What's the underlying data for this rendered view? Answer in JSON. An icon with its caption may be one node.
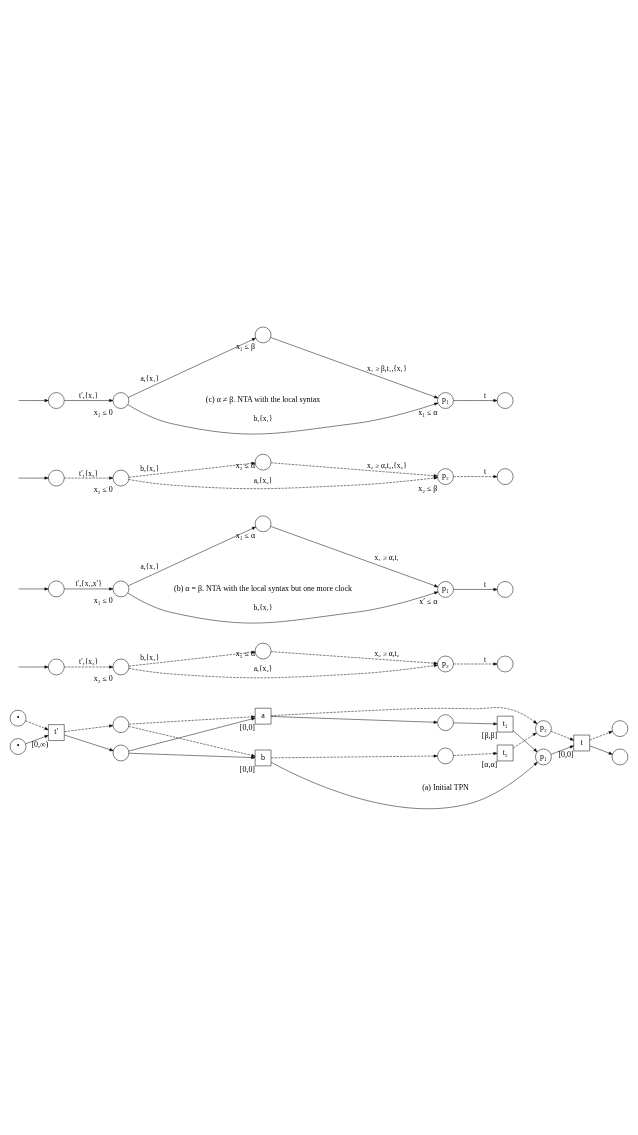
{
  "diagram": {
    "nodes": [
      {
        "text": [
          "•"
        ]
      },
      {
        "text": [
          "•"
        ]
      },
      {
        "text": [
          "t′"
        ],
        "beside": [
          "[0,∞)"
        ]
      },
      {
        "text": [],
        "shape": "circle"
      },
      {
        "text": [],
        "shape": "circle"
      },
      {
        "text": [
          "b"
        ],
        "beside": [
          "[0,0]"
        ]
      },
      {
        "text": [
          "a"
        ],
        "beside": [
          "[0,0]"
        ]
      },
      {
        "text": [],
        "shape": "circle"
      },
      {
        "text": [],
        "shape": "circle"
      },
      {
        "text": [
          "t₂"
        ],
        "beside": [
          "[α,α]"
        ]
      },
      {
        "text": [
          "t₁"
        ],
        "beside": [
          "[β,β]"
        ]
      },
      {
        "text": [
          "p₂"
        ]
      },
      {
        "text": [
          "p₁"
        ]
      },
      {
        "text": [
          "t"
        ],
        "beside": [
          "[0,0]"
        ]
      },
      {
        "text": [],
        "shape": "circle"
      },
      {
        "text": [],
        "shape": "circle"
      },
      {
        "text": [],
        "shape": "circle"
      },
      {
        "text": [],
        "shape": "circle",
        "beside": [
          "x₂ ≤ 0"
        ]
      },
      {
        "text": [],
        "shape": "circle",
        "beside": [
          "x₂ ≤ α"
        ]
      },
      {
        "text": [
          "p₂"
        ]
      },
      {
        "text": [],
        "shape": "circle"
      },
      {
        "text": [],
        "shape": "circle"
      },
      {
        "text": [],
        "shape": "circle",
        "beside": [
          "x₁ ≤ 0"
        ]
      },
      {
        "text": [],
        "shape": "circle",
        "beside": [
          "x₁ ≤ α"
        ]
      },
      {
        "text": [
          "p₁"
        ],
        "beside": [
          "x′ ≤ α"
        ]
      },
      {
        "text": [],
        "shape": "circle"
      },
      {
        "text": [],
        "shape": "circle"
      },
      {
        "text": [],
        "shape": "circle",
        "beside": [
          "x₂ ≤ 0"
        ]
      },
      {
        "text": [],
        "shape": "circle",
        "beside": [
          "x₂ ≤ α"
        ]
      },
      {
        "text": [
          "p₂"
        ],
        "beside": [
          "x₂ ≤ β"
        ]
      },
      {
        "text": [],
        "shape": "circle"
      },
      {
        "text": [],
        "shape": "circle"
      },
      {
        "text": [],
        "shape": "circle",
        "beside": [
          "x₁ ≤ 0"
        ]
      },
      {
        "text": [],
        "shape": "circle",
        "beside": [
          "x₁ ≤ β"
        ]
      },
      {
        "text": [
          "p₁"
        ],
        "beside": [
          "x₁ ≤ α"
        ]
      },
      {
        "text": [],
        "shape": "circle"
      }
    ],
    "edges": [
      {
        "from": 0,
        "to": 2,
        "arrow": "to",
        "style": "dashed"
      },
      {
        "from": 1,
        "to": 2,
        "arrow": "to"
      },
      {
        "from": 2,
        "to": 3,
        "arrow": "to",
        "style": "dashed"
      },
      {
        "from": 2,
        "to": 4,
        "arrow": "to"
      },
      {
        "from": 3,
        "to": 5,
        "arrow": "to",
        "style": "dashed"
      },
      {
        "from": 3,
        "to": 6,
        "arrow": "to",
        "style": "dashed"
      },
      {
        "from": 4,
        "to": 5,
        "arrow": "to"
      },
      {
        "from": 4,
        "to": 6,
        "arrow": "to"
      },
      {
        "from": 5,
        "to": 7,
        "arrow": "to",
        "style": "dashed"
      },
      {
        "from": 5,
        "to": 12,
        "arrow": "to"
      },
      {
        "from": 6,
        "to": 8,
        "arrow": "to"
      },
      {
        "from": 6,
        "to": 11,
        "arrow": "to",
        "style": "dashed"
      },
      {
        "from": 7,
        "to": 9,
        "arrow": "to",
        "style": "dashed"
      },
      {
        "from": 8,
        "to": 10,
        "arrow": "to"
      },
      {
        "from": 9,
        "to": 11,
        "arrow": "to",
        "style": "dashed"
      },
      {
        "from": 10,
        "to": 12,
        "arrow": "to"
      },
      {
        "from": 11,
        "to": 13,
        "arrow": "to",
        "style": "dashed"
      },
      {
        "from": 12,
        "to": 13,
        "arrow": "to"
      },
      {
        "from": 13,
        "to": 14,
        "arrow": "to",
        "style": "dashed"
      },
      {
        "from": 13,
        "to": 15,
        "arrow": "to"
      },
      {
        "from": null,
        "to": 16,
        "arrow": "to"
      },
      {
        "from": 16,
        "to": 17,
        "arrow": "to",
        "style": "dashed",
        "label": "t′,{x₂}"
      },
      {
        "from": 17,
        "to": 18,
        "arrow": "to",
        "style": "dashed",
        "label": "b,{x₂}"
      },
      {
        "from": 18,
        "to": 19,
        "arrow": "to",
        "style": "dashed",
        "label": "x₂ ≥ α,t₂"
      },
      {
        "from": 17,
        "to": 19,
        "arrow": "to",
        "style": "dashed",
        "label": "a,{x₂}"
      },
      {
        "from": 19,
        "to": 20,
        "arrow": "to",
        "style": "dashed",
        "label": "t"
      },
      {
        "from": null,
        "to": 21,
        "arrow": "to"
      },
      {
        "from": 21,
        "to": 22,
        "arrow": "to",
        "label": "t′,{x₁,x′}"
      },
      {
        "from": 22,
        "to": 24,
        "arrow": "to",
        "label": "b,{x₁}"
      },
      {
        "from": 22,
        "to": 23,
        "arrow": "to",
        "label": "a,{x₁}"
      },
      {
        "from": 23,
        "to": 24,
        "arrow": "to",
        "label": "x₁ ≥ α,t₁"
      },
      {
        "from": 24,
        "to": 25,
        "arrow": "to",
        "label": "t"
      },
      {
        "from": null,
        "to": 26,
        "arrow": "to"
      },
      {
        "from": 26,
        "to": 27,
        "arrow": "to",
        "style": "dashed",
        "label": "t′,{x₂}"
      },
      {
        "from": 27,
        "to": 28,
        "arrow": "to",
        "style": "dashed",
        "label": "b,{x₂}"
      },
      {
        "from": 28,
        "to": 29,
        "arrow": "to",
        "style": "dashed",
        "label": "x₂ ≥ α,t₂,{x₂}"
      },
      {
        "from": 27,
        "to": 29,
        "arrow": "to",
        "style": "dashed",
        "label": "a,{x₂}"
      },
      {
        "from": 29,
        "to": 30,
        "arrow": "to",
        "style": "dashed",
        "label": "t"
      },
      {
        "from": null,
        "to": 31,
        "arrow": "to"
      },
      {
        "from": 31,
        "to": 32,
        "arrow": "to",
        "label": "t′,{x₁}"
      },
      {
        "from": 32,
        "to": 34,
        "arrow": "to",
        "label": "b,{x₁}"
      },
      {
        "from": 32,
        "to": 33,
        "arrow": "to",
        "label": "a,{x₁}"
      },
      {
        "from": 33,
        "to": 34,
        "arrow": "to",
        "label": "x₁ ≥ β,t₁,{x₁}"
      },
      {
        "from": 34,
        "to": 35,
        "arrow": "to",
        "label": "t"
      }
    ],
    "labels": [
      "(a) Initial TPN",
      "(b) α = β. NTA with the local syntax but one more clock",
      "(c) α ≠ β. NTA with the local syntax"
    ]
  }
}
